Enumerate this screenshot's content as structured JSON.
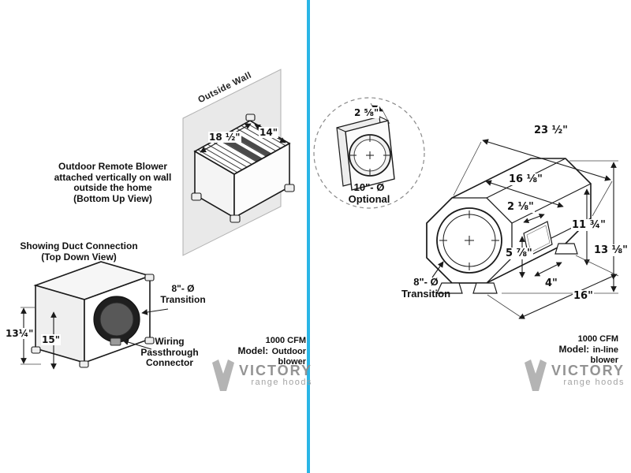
{
  "divider_color": "#29b5e6",
  "left_panel": {
    "wall_label": "Outside Wall",
    "blower_caption": [
      "Outdoor Remote Blower",
      "attached vertically on wall",
      "outside the home",
      "(Bottom Up View)"
    ],
    "duct_caption": [
      "Showing Duct Connection",
      "(Top Down View)"
    ],
    "dim_width": "18 ½\"",
    "dim_depth": "14\"",
    "dim_outer_height": "13¼\"",
    "dim_inner_height": "15\"",
    "transition_label": [
      "8\"- Ø",
      "Transition"
    ],
    "wiring_label": [
      "Wiring",
      "Passthrough",
      "Connector"
    ],
    "spec": {
      "cfm": "1000 CFM",
      "model_label": "Model:",
      "model_value": "Outdoor blower"
    }
  },
  "right_panel": {
    "optional_dim": "2 ⅝\"",
    "optional_label": [
      "10\"- Ø",
      "Optional"
    ],
    "dim_length": "23 ½\"",
    "dim_top_width": "16 ⅛\"",
    "dim_housing": "2 ⅛\"",
    "dim_body_height": "11 ¾\"",
    "dim_total_height": "13 ⅛\"",
    "dim_center_height": "5 ⅞\"",
    "dim_foot": "4\"",
    "dim_base": "16\"",
    "transition_label": [
      "8\"- Ø",
      "Transition"
    ],
    "spec": {
      "cfm": "1000 CFM",
      "model_label": "Model:",
      "model_value": "in-line blower"
    }
  },
  "brand": {
    "name": "VICTORY",
    "tagline": "range hoods"
  }
}
